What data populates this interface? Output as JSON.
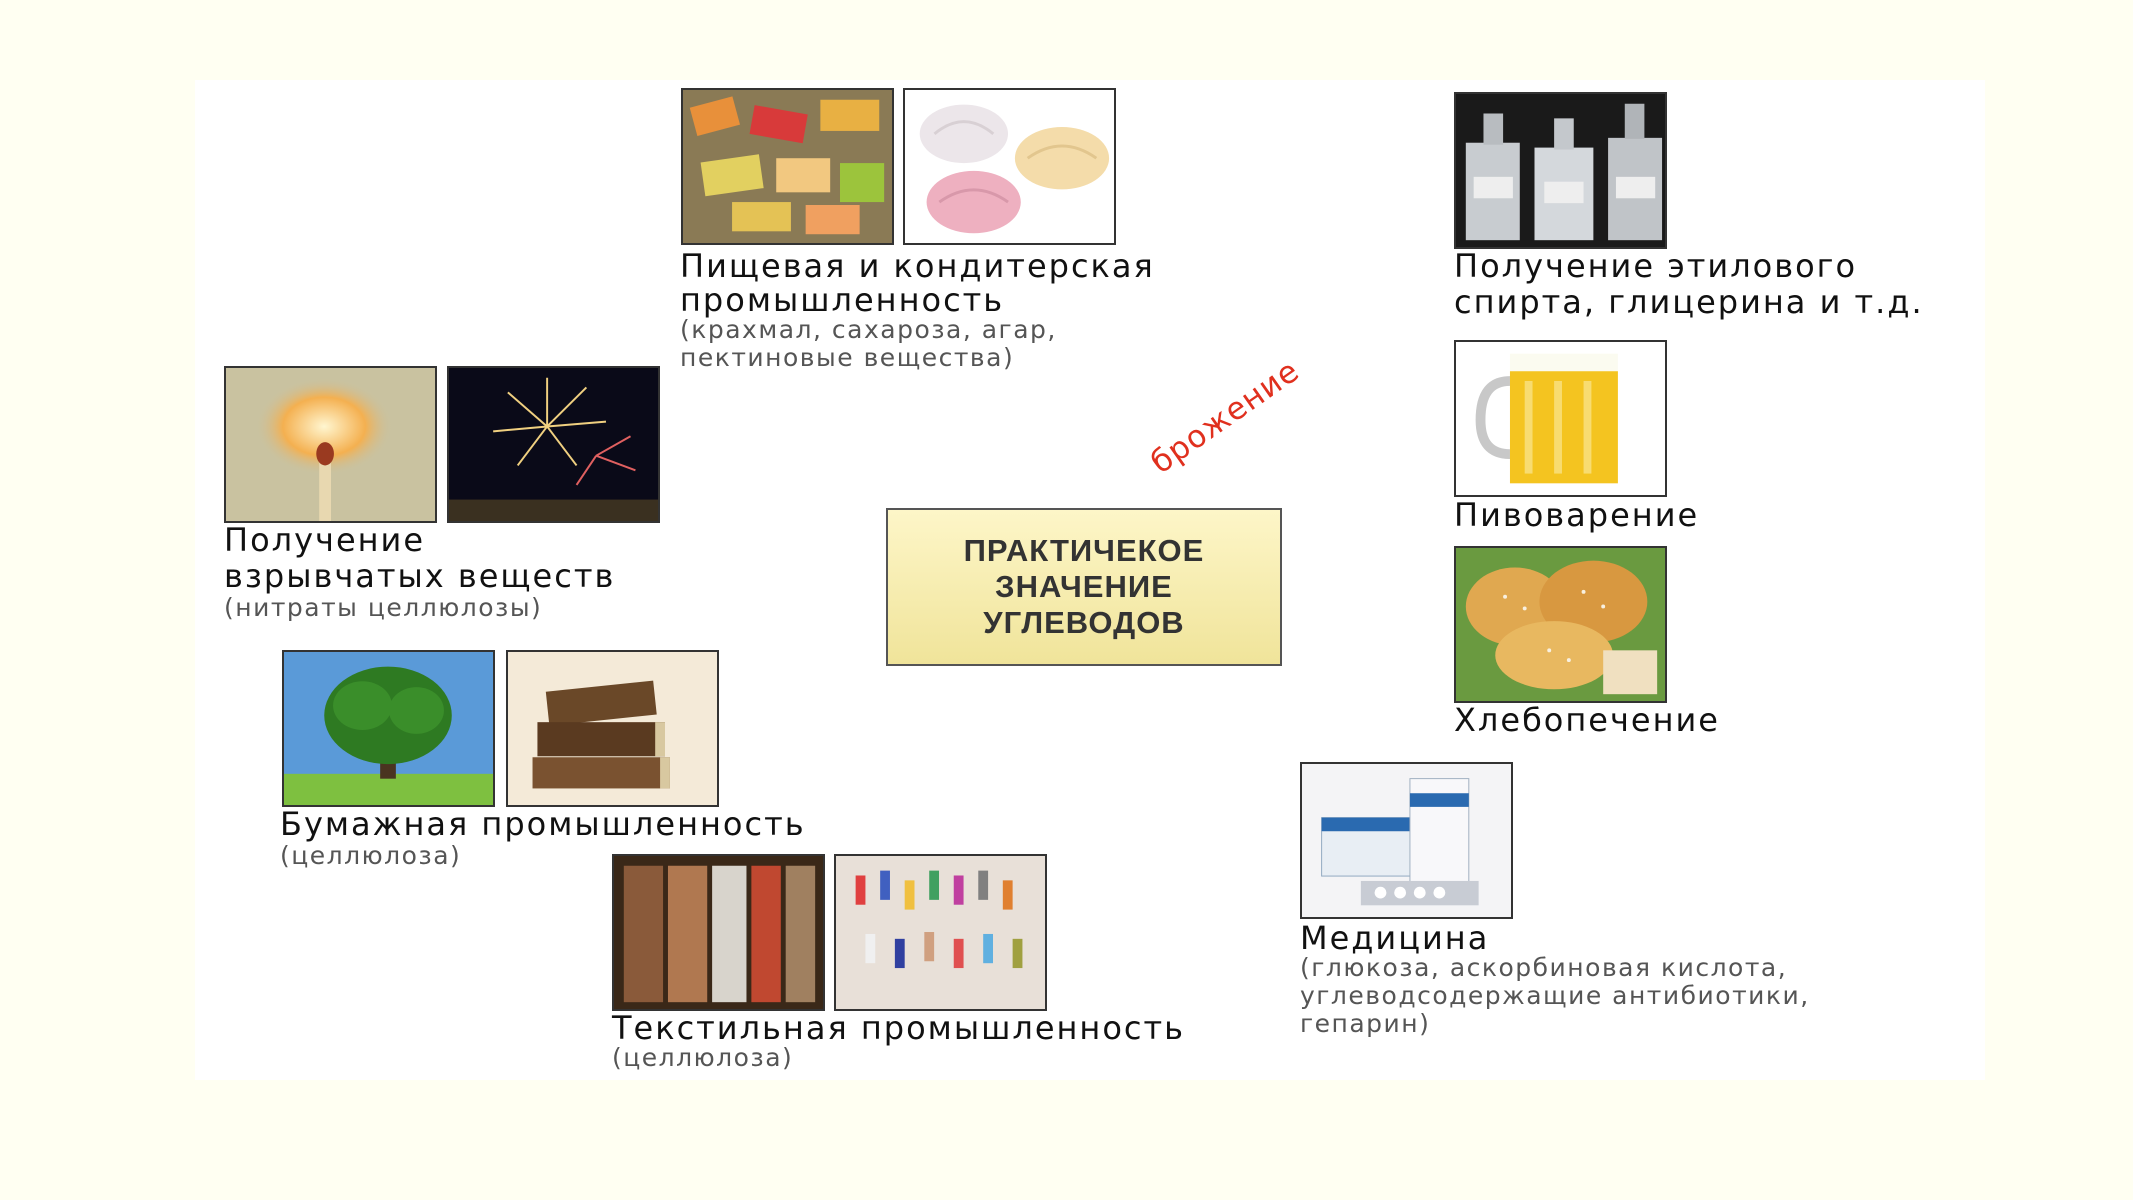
{
  "center": {
    "title": "ПРАКТИЧЕКОЕ\nЗНАЧЕНИЕ\nУГЛЕВОДОВ"
  },
  "food": {
    "title_line1": "Пищевая и кондитерская",
    "title_line2": "промышленность",
    "sub_line1": "(крахмал, сахароза, агар,",
    "sub_line2": " пектиновые вещества)"
  },
  "explosives": {
    "title_line1": "Получение",
    "title_line2": "взрывчатых веществ",
    "sub": "(нитраты целлюлозы)"
  },
  "paper": {
    "title": "Бумажная промышленность",
    "sub": "(целлюлоза)"
  },
  "textile": {
    "title": "Текстильная промышленность",
    "sub": "(целлюлоза)"
  },
  "medicine": {
    "title": "Медицина",
    "sub_line1": "(глюкоза, аскорбиновая кислота,",
    "sub_line2": "углеводсодержащие антибиотики,",
    "sub_line3": "гепарин)"
  },
  "fermentation": {
    "label": "брожение"
  },
  "ethanol": {
    "title_line1": "Получение этилового",
    "title_line2": "спирта, глицерина и т.д."
  },
  "brewing": {
    "title": "Пивоварение"
  },
  "baking": {
    "title": "Хлебопечение"
  },
  "colors": {
    "arrow": "#e0301e",
    "box_top": "#fdf6c8",
    "box_bottom": "#f0e49a",
    "background": "#fffff2"
  }
}
